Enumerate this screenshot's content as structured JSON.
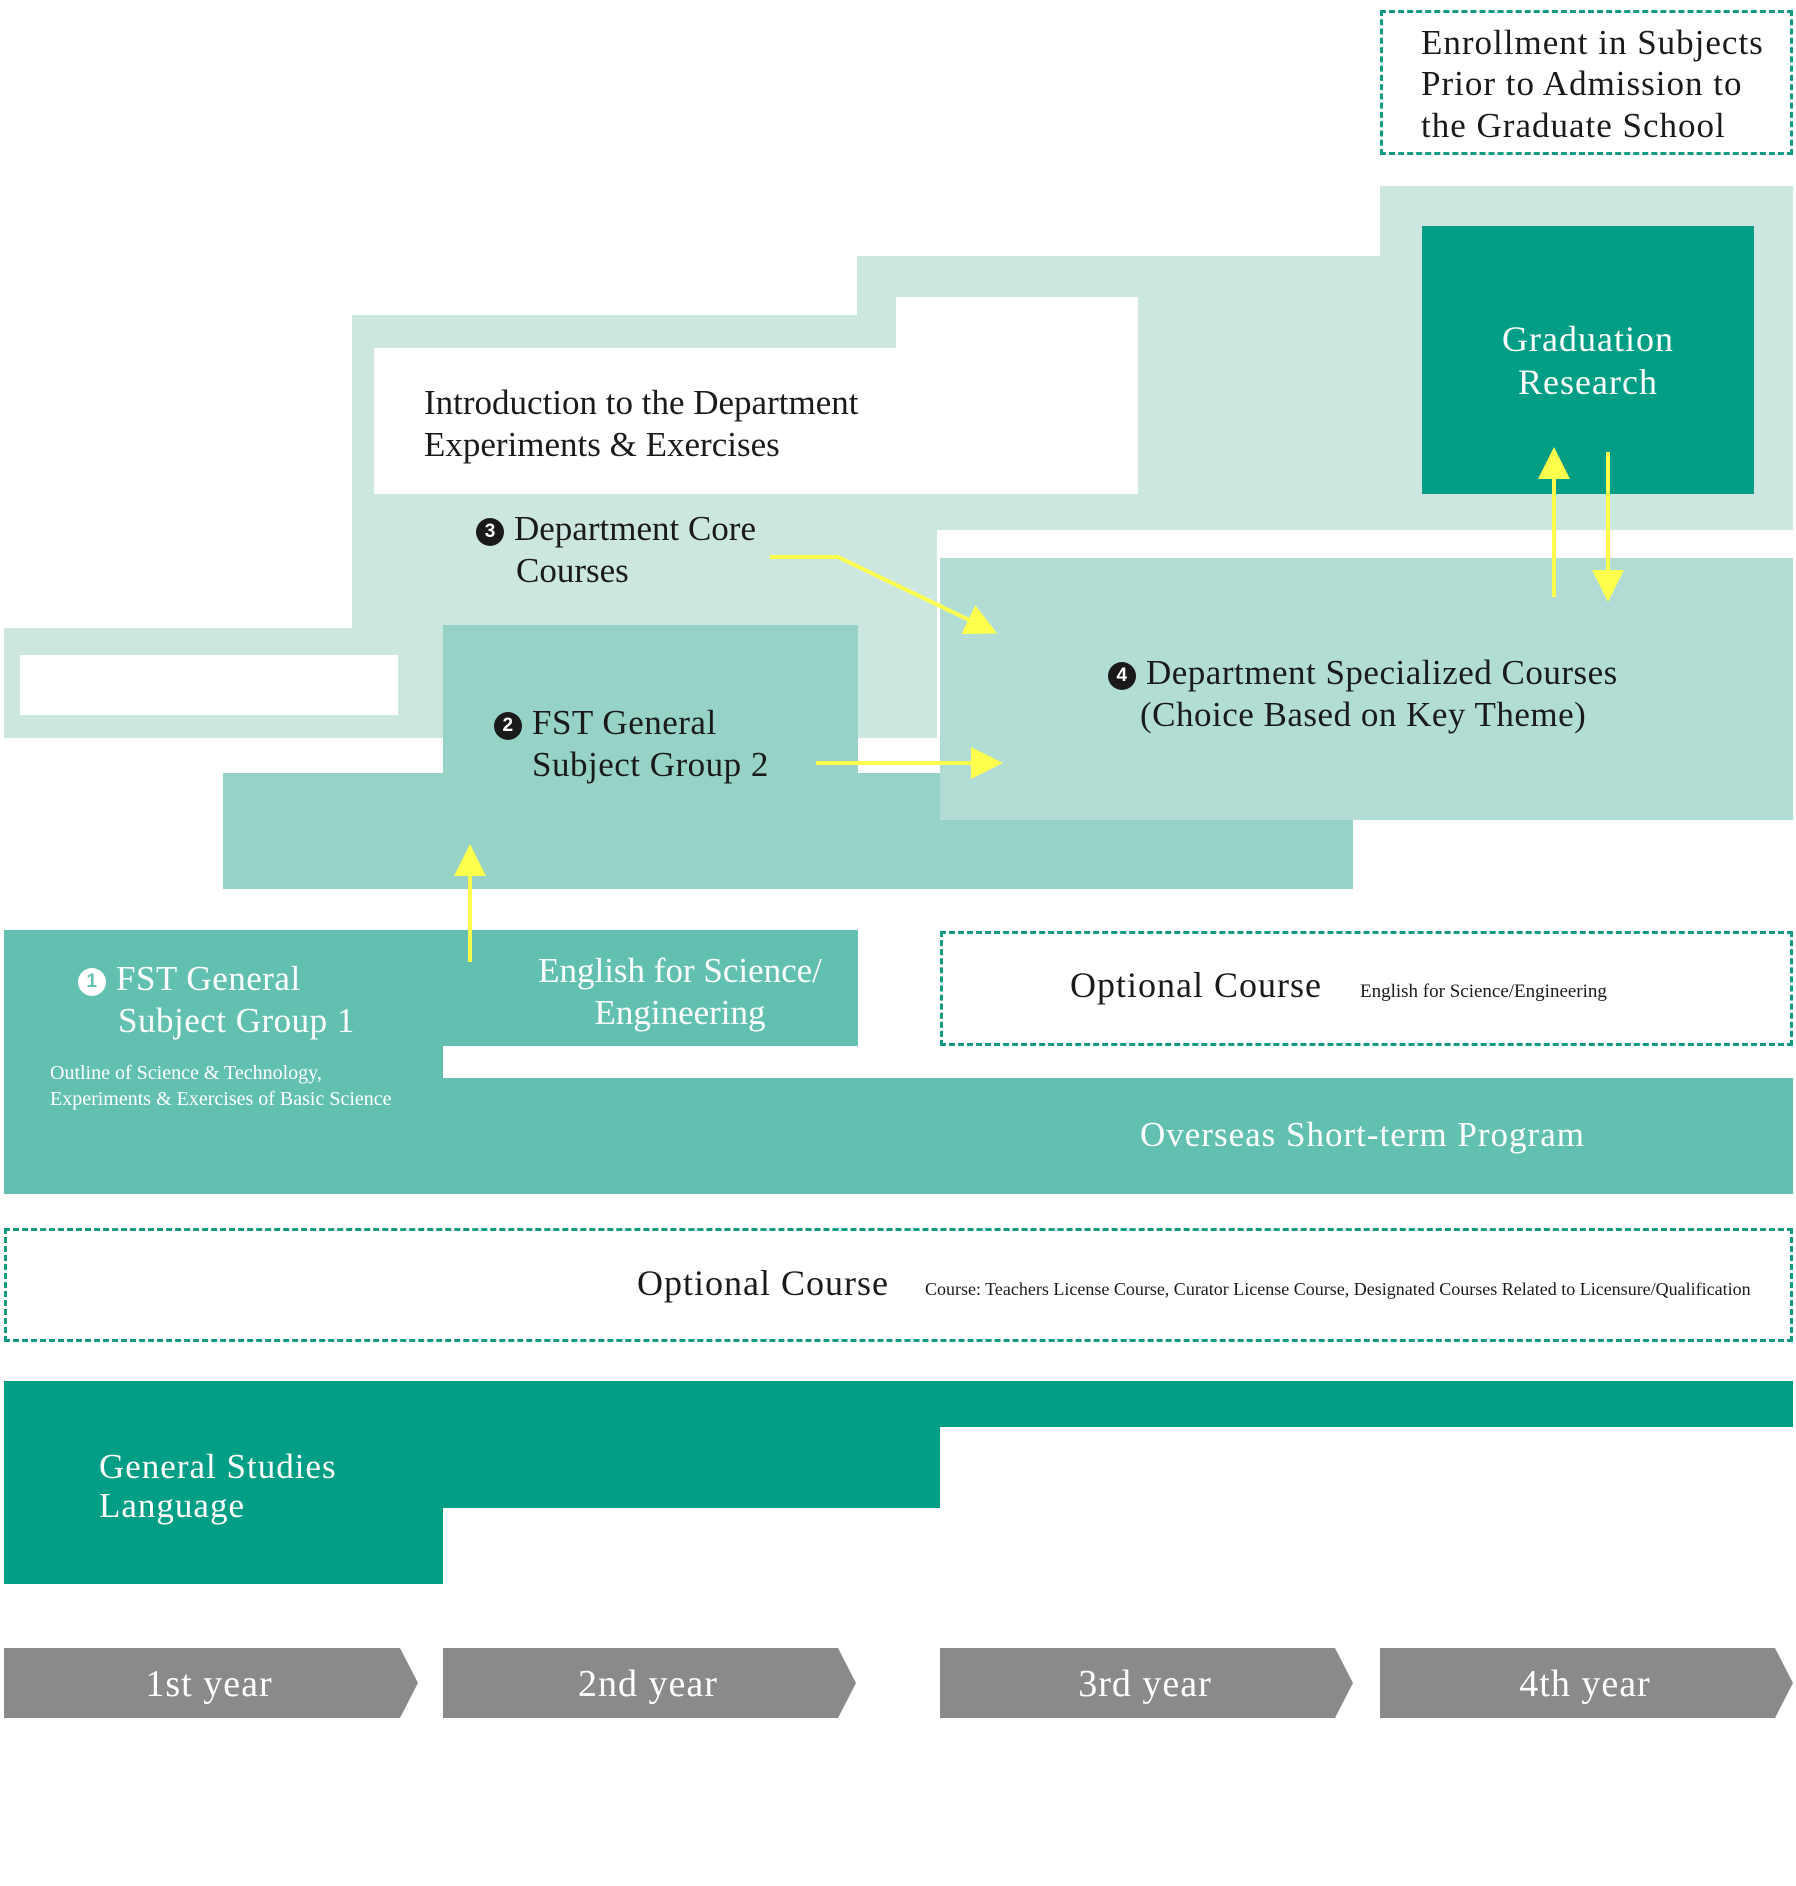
{
  "colors": {
    "pale": "#cce6e0",
    "light": "#b1ddd4",
    "mid_light": "#96d3c6",
    "mid": "#62c0b0",
    "dark": "#009e84",
    "arrow": "#ffff4d",
    "timeline": "#8a8a8a",
    "dash": "#0f9a84"
  },
  "enrollment_box": {
    "lines": [
      "Enrollment in Subjects",
      "Prior to Admission to",
      "the Graduate School"
    ]
  },
  "graduation_research": {
    "lines": [
      "Graduation",
      "Research"
    ]
  },
  "intro_department": {
    "lines": [
      "Introduction to the Department",
      "Experiments & Exercises"
    ]
  },
  "department_core": {
    "badge": "3",
    "lines": [
      "Department Core",
      "Courses"
    ]
  },
  "fst_group2": {
    "badge": "2",
    "lines": [
      "FST General",
      "Subject Group 2"
    ]
  },
  "department_specialized": {
    "badge": "4",
    "lines": [
      "Department Specialized Courses",
      "(Choice Based on Key Theme)"
    ]
  },
  "fst_group1": {
    "badge": "1",
    "lines": [
      "FST General",
      "Subject Group 1"
    ],
    "sub_lines": [
      "Outline of Science & Technology,",
      "Experiments & Exercises of Basic Science"
    ]
  },
  "english_science": {
    "lines": [
      "English for Science/",
      "Engineering"
    ]
  },
  "optional_course_upper": {
    "title": "Optional Course",
    "detail": "English for Science/Engineering"
  },
  "overseas_program": {
    "label": "Overseas Short-term Program"
  },
  "optional_course_lower": {
    "title": "Optional Course",
    "detail": "Course: Teachers License Course, Curator License Course, Designated Courses Related to Licensure/Qualification"
  },
  "general_studies": {
    "lines": [
      "General Studies",
      "Language"
    ]
  },
  "timeline": [
    {
      "label": "1st year"
    },
    {
      "label": "2nd year"
    },
    {
      "label": "3rd year"
    },
    {
      "label": "4th year"
    }
  ]
}
